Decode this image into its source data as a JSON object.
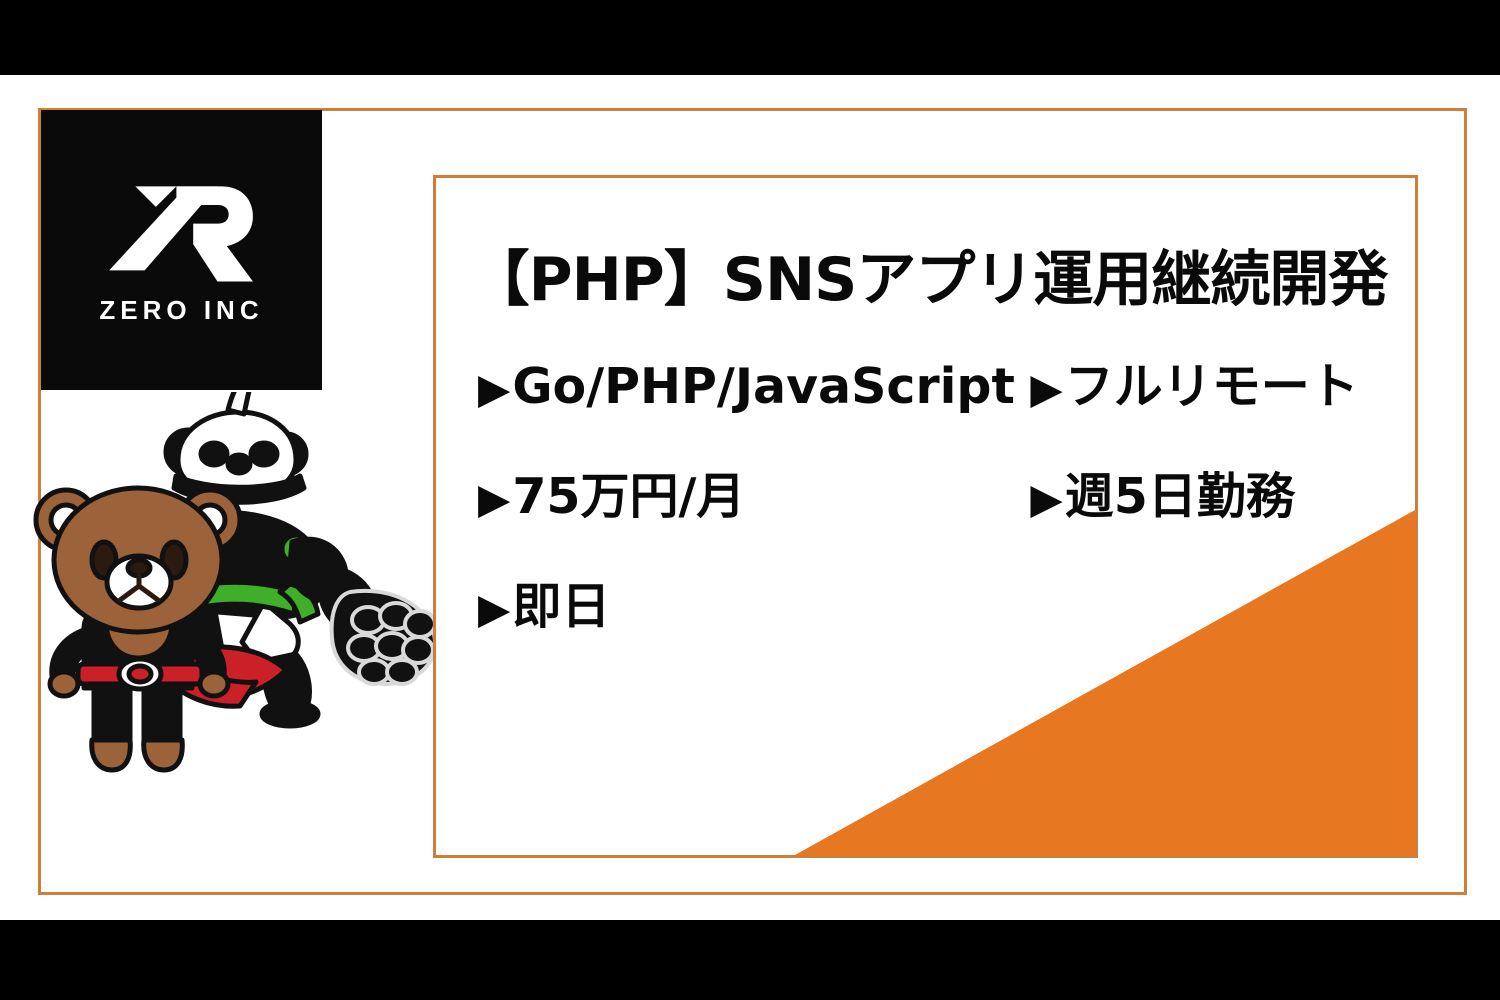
{
  "branding": {
    "company_name": "ZERO INC",
    "logo_mark": "zr-monogram-icon",
    "tile_background": "#0A0A0A"
  },
  "mascot": {
    "name": "bear-hero-and-panda-robot-mascot",
    "bear_body_color": "#9C6239",
    "cape_color": "#CC2029",
    "accent_green": "#3FAE29",
    "suit_color": "#111111"
  },
  "colors": {
    "accent_orange": "#E87722",
    "frame_orange": "#D07D36",
    "text_black": "#0A0A0A",
    "letterbox_black": "#000000",
    "canvas_white": "#FFFFFF"
  },
  "panel": {
    "headline": "【PHP】SNSアプリ運用継続開発",
    "bullet_glyph": "▶",
    "specs": [
      {
        "left": "Go/PHP/JavaScript",
        "right": "フルリモート"
      },
      {
        "left": "75万円/月",
        "right": "週5日勤務"
      },
      {
        "left": "即日",
        "right": ""
      }
    ]
  }
}
